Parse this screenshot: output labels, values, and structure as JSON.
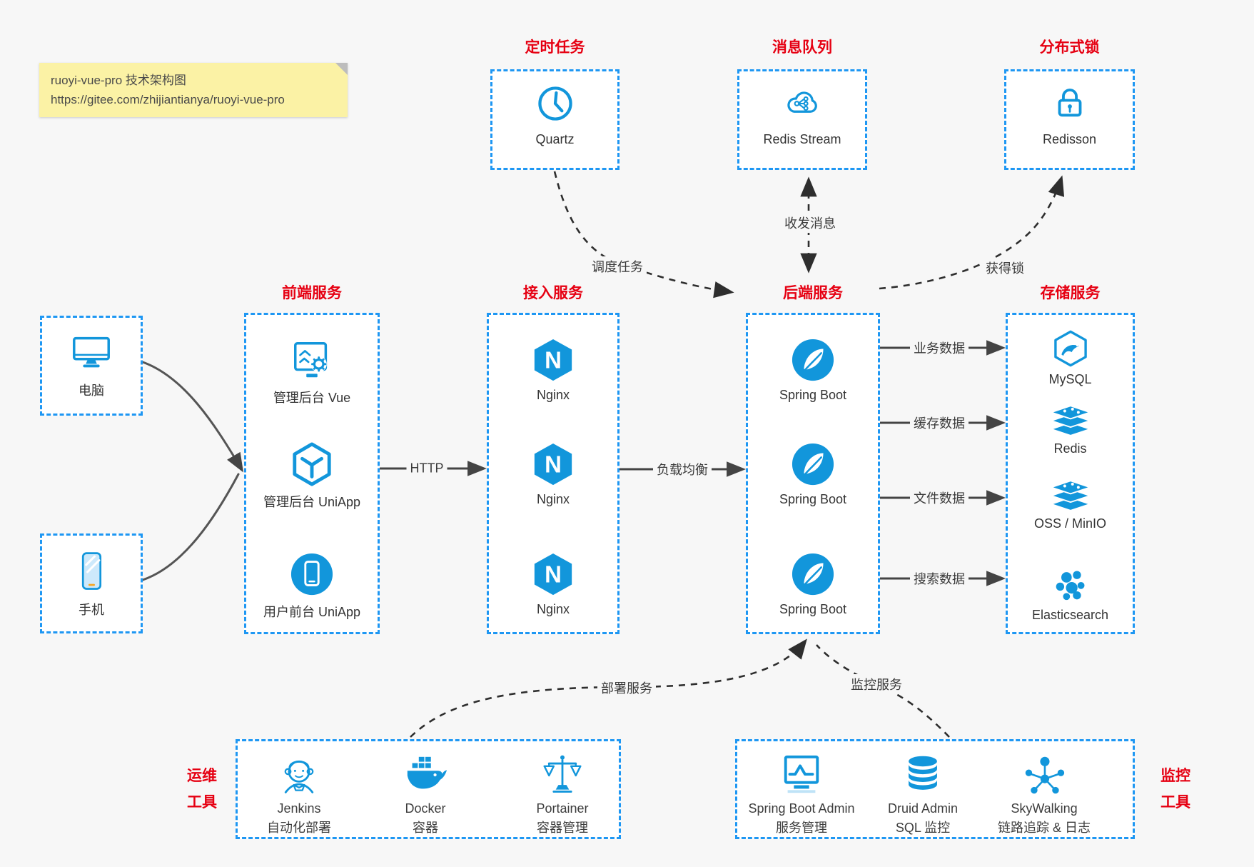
{
  "note": {
    "line1": "ruoyi-vue-pro 技术架构图",
    "line2": "https://gitee.com/zhijiantianya/ruoyi-vue-pro"
  },
  "top_services": [
    {
      "title": "定时任务",
      "item": "Quartz",
      "icon": "clock-icon"
    },
    {
      "title": "消息队列",
      "item": "Redis Stream",
      "icon": "message-cloud-icon"
    },
    {
      "title": "分布式锁",
      "item": "Redisson",
      "icon": "lock-icon"
    }
  ],
  "clients": [
    {
      "label": "电脑",
      "icon": "desktop-icon"
    },
    {
      "label": "手机",
      "icon": "phone-icon"
    }
  ],
  "columns": {
    "frontend": {
      "title": "前端服务",
      "items": [
        {
          "label": "管理后台 Vue",
          "icon": "admin-vue-icon"
        },
        {
          "label": "管理后台 UniApp",
          "icon": "uniapp-cube-icon"
        },
        {
          "label": "用户前台 UniApp",
          "icon": "user-app-icon"
        }
      ]
    },
    "gateway": {
      "title": "接入服务",
      "items": [
        {
          "label": "Nginx",
          "icon": "nginx-icon"
        },
        {
          "label": "Nginx",
          "icon": "nginx-icon"
        },
        {
          "label": "Nginx",
          "icon": "nginx-icon"
        }
      ]
    },
    "backend": {
      "title": "后端服务",
      "items": [
        {
          "label": "Spring Boot",
          "icon": "spring-boot-icon"
        },
        {
          "label": "Spring Boot",
          "icon": "spring-boot-icon"
        },
        {
          "label": "Spring Boot",
          "icon": "spring-boot-icon"
        }
      ]
    },
    "storage": {
      "title": "存储服务",
      "items": [
        {
          "label": "MySQL",
          "icon": "mysql-icon"
        },
        {
          "label": "Redis",
          "icon": "redis-icon"
        },
        {
          "label": "OSS / MinIO",
          "icon": "oss-icon"
        },
        {
          "label": "Elasticsearch",
          "icon": "elasticsearch-icon"
        }
      ]
    }
  },
  "edges": {
    "http": "HTTP",
    "load_balance": "负载均衡",
    "schedule": "调度任务",
    "message": "收发消息",
    "lock": "获得锁",
    "business_data": "业务数据",
    "cache_data": "缓存数据",
    "file_data": "文件数据",
    "search_data": "搜索数据",
    "deploy": "部署服务",
    "monitor": "监控服务"
  },
  "ops": {
    "title_line1": "运维",
    "title_line2": "工具",
    "items": [
      {
        "name": "Jenkins",
        "desc": "自动化部署",
        "icon": "jenkins-icon"
      },
      {
        "name": "Docker",
        "desc": "容器",
        "icon": "docker-icon"
      },
      {
        "name": "Portainer",
        "desc": "容器管理",
        "icon": "portainer-icon"
      }
    ]
  },
  "monitoring": {
    "title_line1": "监控",
    "title_line2": "工具",
    "items": [
      {
        "name": "Spring Boot Admin",
        "desc": "服务管理",
        "icon": "spring-boot-admin-icon"
      },
      {
        "name": "Druid Admin",
        "desc": "SQL 监控",
        "icon": "druid-icon"
      },
      {
        "name": "SkyWalking",
        "desc": "链路追踪 & 日志",
        "icon": "skywalking-icon"
      }
    ]
  },
  "colors": {
    "icon_blue": "#1296db",
    "border_blue": "#1e97f3",
    "title_red": "#e60012",
    "arrow_gray": "#444444",
    "dashed_black": "#2e2e2e",
    "note_yellow": "#fbf2a5",
    "background": "#f7f7f7"
  }
}
